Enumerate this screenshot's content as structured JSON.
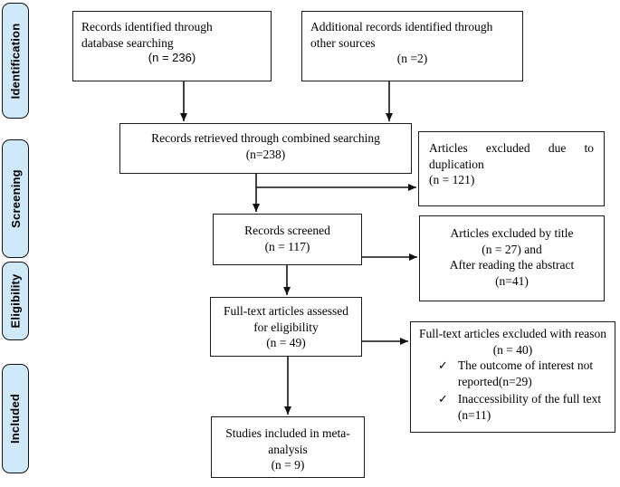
{
  "colors": {
    "stage_fill": "#cfe9f8",
    "stage_border": "#111111",
    "box_border": "#1a1a1a",
    "arrow": "#111111",
    "background": "#ffffff"
  },
  "stages": [
    {
      "label": "Identification"
    },
    {
      "label": "Screening"
    },
    {
      "label": "Eligibility"
    },
    {
      "label": "Included"
    }
  ],
  "boxes": {
    "identified": {
      "line1": "Records identified through",
      "line2": "database searching",
      "n": "(n = 236)"
    },
    "additional": {
      "line1": "Additional records identified through",
      "line2": "other sources",
      "n": "(n =2)"
    },
    "combined": {
      "line1": "Records retrieved through combined searching",
      "n": "(n=238)"
    },
    "duplication": {
      "body": "Articles excluded due to duplication",
      "n": "(n = 121)"
    },
    "screened": {
      "line1": "Records screened",
      "n": "(n = 117)"
    },
    "title_excluded": {
      "line1": "Articles excluded by title",
      "line2": "(n = 27) and",
      "line3": "After reading the abstract",
      "line4": "(n=41)"
    },
    "fulltext": {
      "line1": "Full-text articles assessed",
      "line2": "for eligibility",
      "n": "(n = 49)"
    },
    "fulltext_excluded": {
      "line1": "Full-text articles excluded with reason",
      "n": "(n = 40)",
      "items": [
        "The outcome of interest not reported(n=29)",
        "Inaccessibility of the full text (n=11)"
      ]
    },
    "included": {
      "line1": "Studies included in meta-",
      "line2": "analysis",
      "n": "(n = 9)"
    }
  },
  "check_glyph": "✓"
}
